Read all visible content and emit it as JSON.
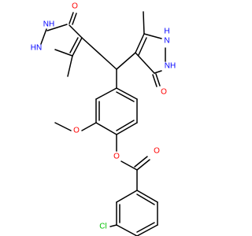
{
  "colors": {
    "background": "#ffffff",
    "bond": "#000000",
    "nitrogen": "#0000ff",
    "oxygen": "#ff0000",
    "chlorine": "#00c000"
  },
  "atoms": [
    {
      "id": "NH_l1",
      "text": "NH",
      "element": "N"
    },
    {
      "id": "HN_l",
      "text": "HN",
      "element": "N"
    },
    {
      "id": "O_l",
      "text": "O",
      "element": "O"
    },
    {
      "id": "N_r",
      "text": "N",
      "element": "N"
    },
    {
      "id": "H_r",
      "text": "H",
      "element": "N"
    },
    {
      "id": "NH_r",
      "text": "NH",
      "element": "N"
    },
    {
      "id": "O_r",
      "text": "O",
      "element": "O"
    },
    {
      "id": "O_meo",
      "text": "O",
      "element": "O"
    },
    {
      "id": "O_ester",
      "text": "O",
      "element": "O"
    },
    {
      "id": "O_co",
      "text": "O",
      "element": "O"
    },
    {
      "id": "Cl",
      "text": "Cl",
      "element": "Cl"
    }
  ]
}
